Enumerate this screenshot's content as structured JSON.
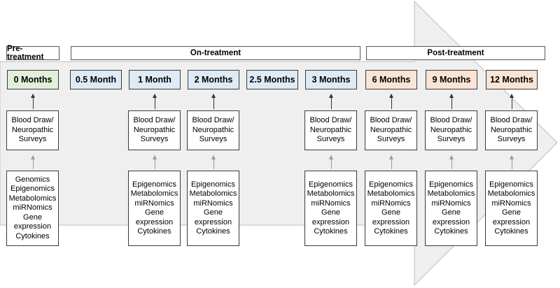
{
  "phases": [
    {
      "id": "pre",
      "label": "Pre-treatment"
    },
    {
      "id": "on",
      "label": "On-treatment"
    },
    {
      "id": "post",
      "label": "Post-treatment"
    }
  ],
  "timepoints": [
    {
      "label": "0 Months",
      "phase": "pre"
    },
    {
      "label": "0.5 Month",
      "phase": "on"
    },
    {
      "label": "1 Month",
      "phase": "on"
    },
    {
      "label": "2 Months",
      "phase": "on"
    },
    {
      "label": "2.5 Months",
      "phase": "on"
    },
    {
      "label": "3 Months",
      "phase": "on"
    },
    {
      "label": "6 Months",
      "phase": "post"
    },
    {
      "label": "9 Months",
      "phase": "post"
    },
    {
      "label": "12 Months",
      "phase": "post"
    }
  ],
  "survey_box": [
    "Blood Draw/",
    "Neuropathic",
    "Surveys"
  ],
  "assays": {
    "baseline": [
      "Genomics",
      "Epigenomics",
      "Metabolomics",
      "miRNomics",
      "Gene",
      "expression",
      "Cytokines"
    ],
    "followup": [
      "Epigenomics",
      "Metabolomics",
      "miRNomics",
      "Gene",
      "expression",
      "Cytokines"
    ]
  },
  "colors": {
    "pre": "#e2efd9",
    "on": "#deeaf6",
    "post": "#fbe4d5",
    "arrow_fill": "#efefef"
  }
}
